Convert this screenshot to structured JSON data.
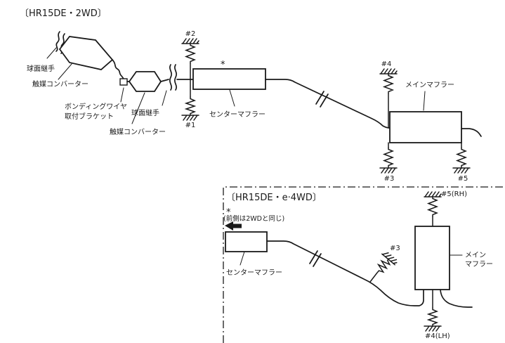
{
  "colors": {
    "ink": "#1a1a1a",
    "background": "#ffffff"
  },
  "sections": {
    "two_wd": {
      "title": "〔HR15DE・2WD〕",
      "asterisk": "*",
      "labels": {
        "ball_joint_front": "球面継手",
        "cat_converter_front": "触媒コンバーター",
        "bonding_wire_line1": "ボンディングワイヤ",
        "bonding_wire_line2": "取付ブラケット",
        "cat_converter_rear": "触媒コンバーター",
        "ball_joint_rear": "球面継手",
        "center_muffler": "センターマフラー",
        "main_muffler": "メインマフラー"
      },
      "hangers": {
        "h1": "#1",
        "h2": "#2",
        "h3": "#3",
        "h4": "#4",
        "h5": "#5"
      }
    },
    "e4wd": {
      "title": "〔HR15DE・e·4WD〕",
      "asterisk": "*",
      "note": "(前側は2WDと同じ)",
      "labels": {
        "center_muffler": "センターマフラー",
        "main_muffler_line1": "メイン",
        "main_muffler_line2": "マフラー"
      },
      "hangers": {
        "h3": "#3",
        "h4": "#4(LH)",
        "h5": "#5(RH)"
      }
    }
  }
}
